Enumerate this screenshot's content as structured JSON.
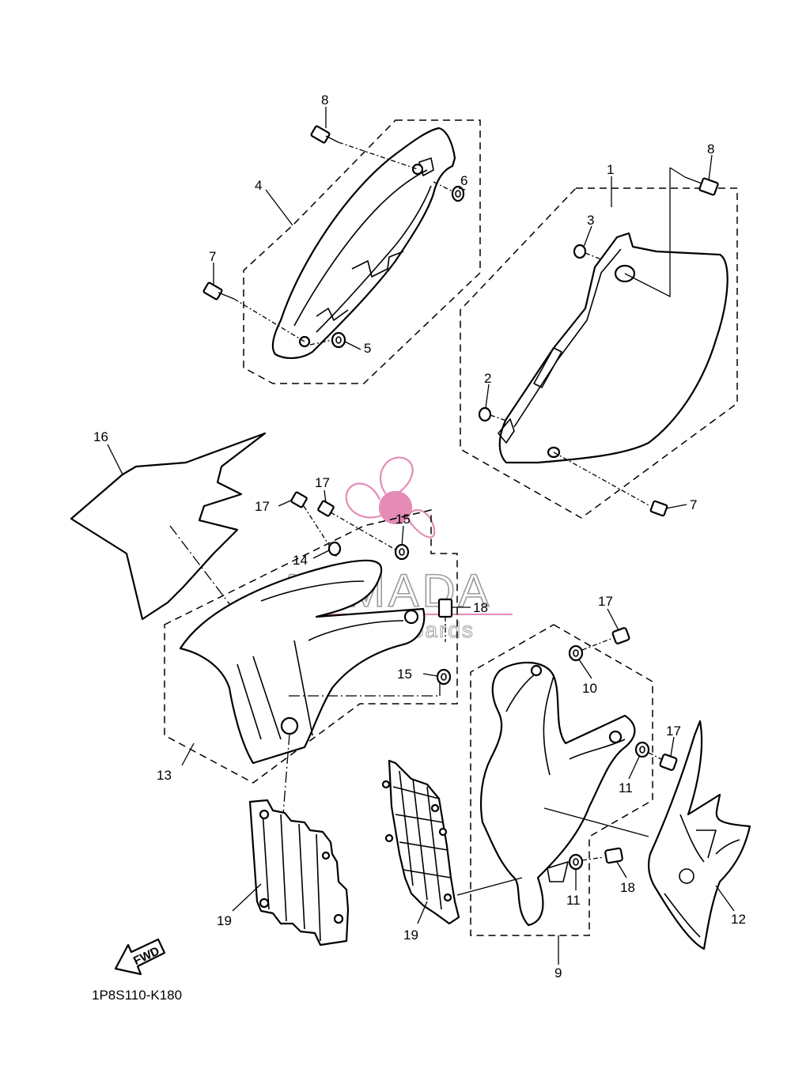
{
  "diagram": {
    "reference_code": "1P8S110-K180",
    "fwd_label": "FWD",
    "watermark": {
      "brand": "ARMADA",
      "tagline": "marine outboards",
      "accent_color": "#e48cb6"
    },
    "callouts": [
      {
        "id": "c1",
        "label": "1"
      },
      {
        "id": "c2",
        "label": "2"
      },
      {
        "id": "c3",
        "label": "3"
      },
      {
        "id": "c4",
        "label": "4"
      },
      {
        "id": "c5",
        "label": "5"
      },
      {
        "id": "c6",
        "label": "6"
      },
      {
        "id": "c7a",
        "label": "7"
      },
      {
        "id": "c7b",
        "label": "7"
      },
      {
        "id": "c8a",
        "label": "8"
      },
      {
        "id": "c8b",
        "label": "8"
      },
      {
        "id": "c9",
        "label": "9"
      },
      {
        "id": "c10",
        "label": "10"
      },
      {
        "id": "c11a",
        "label": "11"
      },
      {
        "id": "c11b",
        "label": "11"
      },
      {
        "id": "c12",
        "label": "12"
      },
      {
        "id": "c13",
        "label": "13"
      },
      {
        "id": "c14",
        "label": "14"
      },
      {
        "id": "c15a",
        "label": "15"
      },
      {
        "id": "c15b",
        "label": "15"
      },
      {
        "id": "c16",
        "label": "16"
      },
      {
        "id": "c17a",
        "label": "17"
      },
      {
        "id": "c17b",
        "label": "17"
      },
      {
        "id": "c17c",
        "label": "17"
      },
      {
        "id": "c17d",
        "label": "17"
      },
      {
        "id": "c18a",
        "label": "18"
      },
      {
        "id": "c18b",
        "label": "18"
      },
      {
        "id": "c19a",
        "label": "19"
      },
      {
        "id": "c19b",
        "label": "19"
      }
    ]
  }
}
